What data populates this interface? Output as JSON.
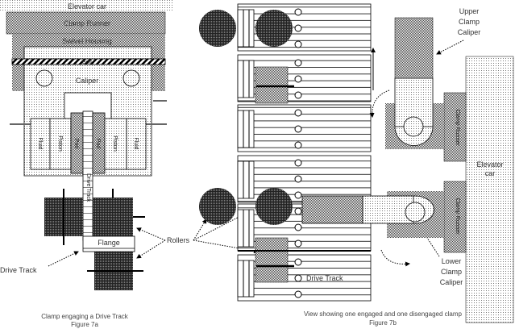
{
  "figure_a": {
    "elevator_car": "Elevator car",
    "clamp_runner": "Clamp Runner",
    "swivel_housing": "Swivel Housing",
    "bolt": "Bolt",
    "caliper": "Caliper",
    "fluid_left": "Fluid",
    "piston_left": "Piston",
    "pad_left": "Pad",
    "pad_right": "Pad",
    "piston_right": "Piston",
    "fluid_right": "Fluid",
    "track_vertical": "Drive Track",
    "flange": "Flange",
    "drive_track": "Drive Track",
    "caption": "Clamp engaging a Drive Track",
    "figure": "Figure 7a"
  },
  "rollers": "Rollers",
  "figure_b": {
    "upper_caliper": [
      "Upper",
      "Clamp",
      "Caliper"
    ],
    "lower_caliper": [
      "Lower",
      "Clamp",
      "Caliper"
    ],
    "elevator_car": [
      "Elevator",
      "car"
    ],
    "runner_label": "Clamp Runner",
    "drive_track": "Drive Track",
    "caption": "View showing one engaged and one disengaged clamp",
    "figure": "Figure 7b"
  }
}
